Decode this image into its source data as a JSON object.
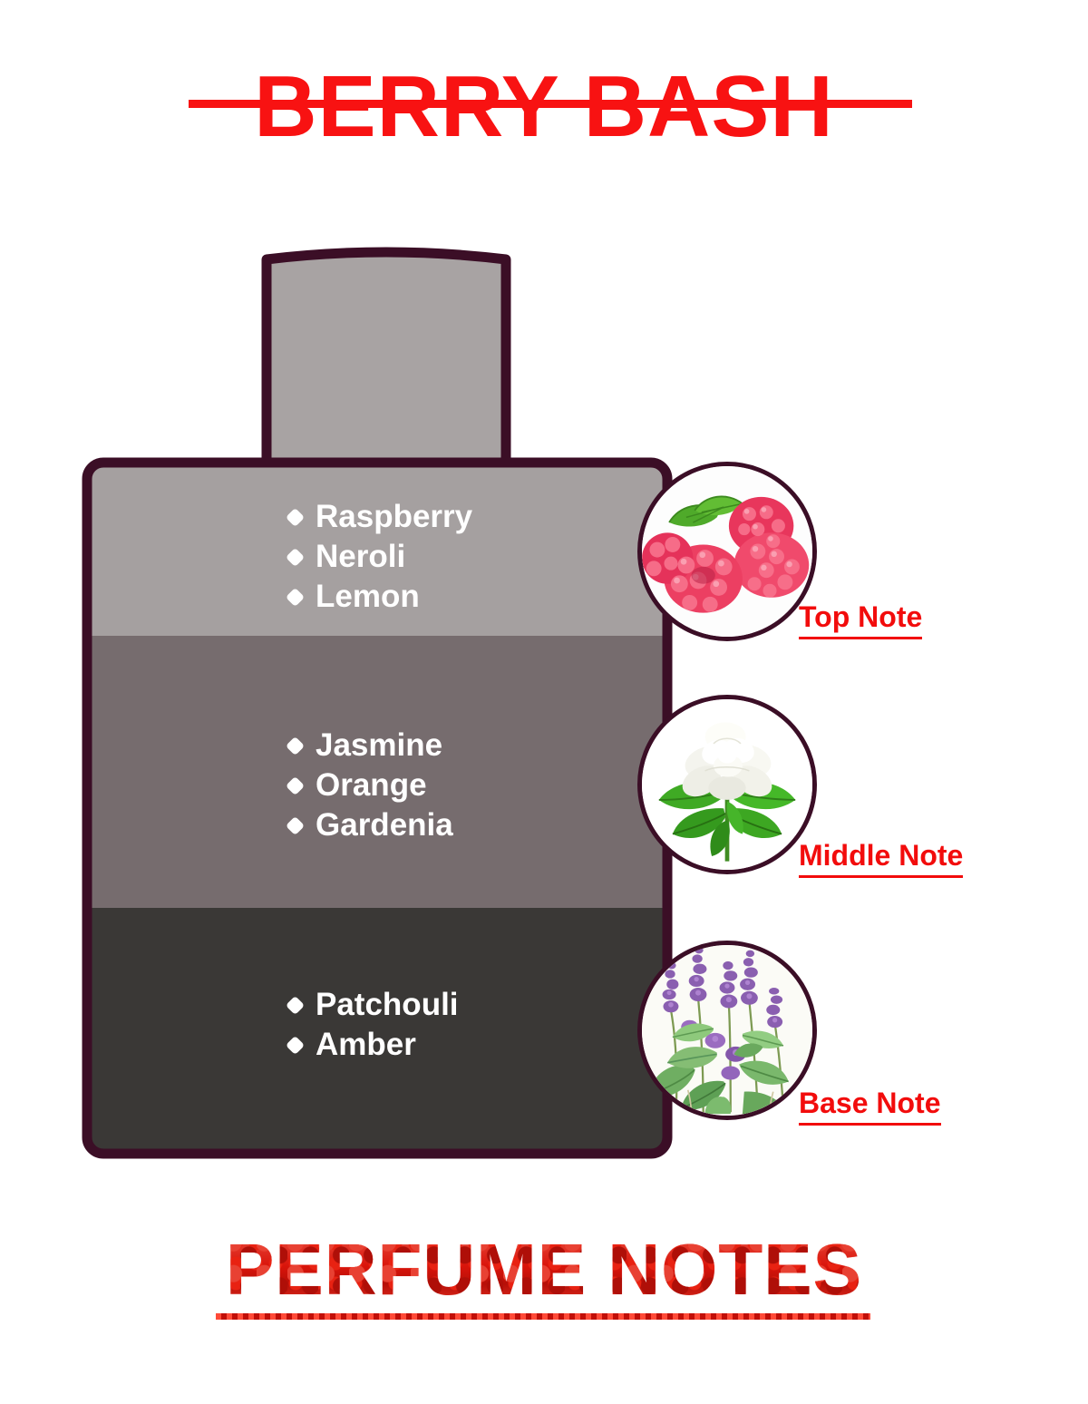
{
  "header": {
    "title": "BERRY BASH"
  },
  "footer": {
    "title": "PERFUME NOTES"
  },
  "bottle": {
    "cap_color": "#a8a3a3",
    "outline_color": "#3b0e26",
    "bands": [
      {
        "id": "top",
        "fill": "#a5a0a0"
      },
      {
        "id": "middle",
        "fill": "#766c6e"
      },
      {
        "id": "bottom",
        "fill": "#3a3836"
      }
    ]
  },
  "notes": {
    "top": {
      "label": "Top Note",
      "icon": "raspberry-icon",
      "items": [
        "Raspberry",
        "Neroli",
        "Lemon"
      ]
    },
    "middle": {
      "label": "Middle Note",
      "icon": "jasmine-flower-icon",
      "items": [
        "Jasmine",
        "Orange",
        "Gardenia"
      ]
    },
    "base": {
      "label": "Base Note",
      "icon": "patchouli-plant-icon",
      "items": [
        "Patchouli",
        "Amber"
      ]
    }
  },
  "colors": {
    "accent_red": "#f81212",
    "label_red": "#f20c0c"
  }
}
